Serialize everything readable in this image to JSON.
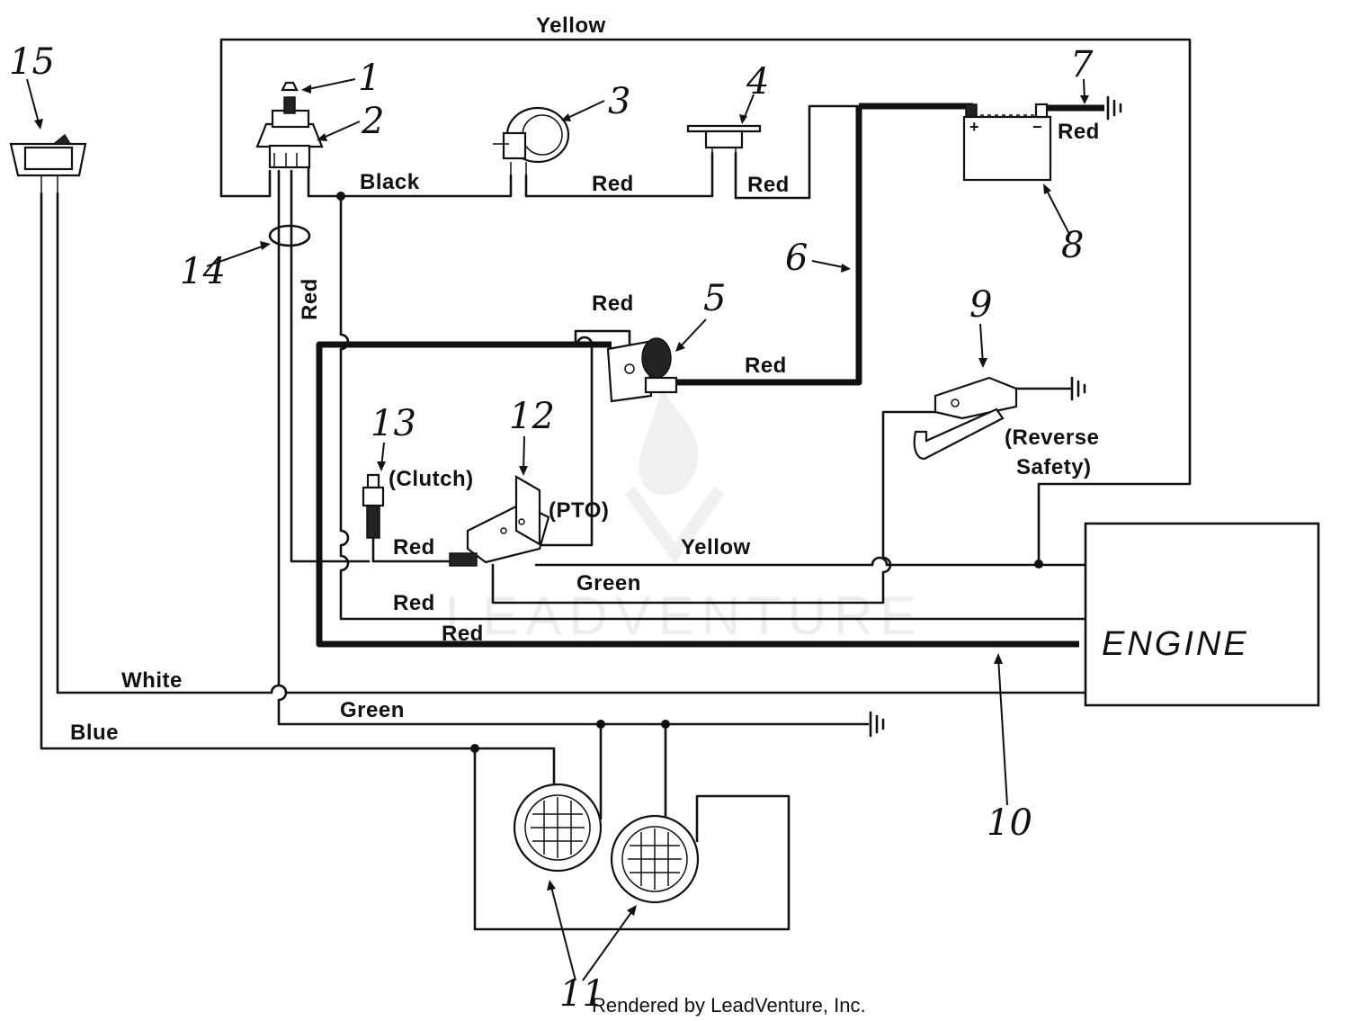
{
  "wire_labels": {
    "yellow_top": "Yellow",
    "black": "Black",
    "red_3_4": "Red",
    "red_4_6": "Red",
    "red_battery": "Red",
    "red_harness": "Red",
    "red_5_top": "Red",
    "red_5_right": "Red",
    "red_clutch": "Red",
    "yellow_mid": "Yellow",
    "green_mid": "Green",
    "red_low1": "Red",
    "red_low2": "Red",
    "white": "White",
    "green_low": "Green",
    "blue": "Blue"
  },
  "component_labels": {
    "clutch": "(Clutch)",
    "pto": "(PTO)",
    "reverse_line1": "(Reverse",
    "reverse_line2": "Safety)",
    "engine": "ENGINE"
  },
  "callouts": {
    "n1": "1",
    "n2": "2",
    "n3": "3",
    "n4": "4",
    "n5": "5",
    "n6": "6",
    "n7": "7",
    "n8": "8",
    "n9": "9",
    "n10": "10",
    "n11": "11",
    "n12": "12",
    "n13": "13",
    "n14": "14",
    "n15": "15"
  },
  "battery": {
    "plus": "+",
    "minus": "−"
  },
  "watermark": "LEADVENTURE",
  "credit": "Rendered by LeadVenture, Inc."
}
